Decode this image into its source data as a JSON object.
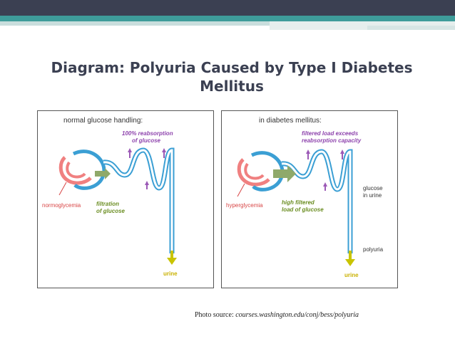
{
  "slide": {
    "title_line1": "Diagram:  Polyuria Caused by Type I Diabetes",
    "title_line2": "Mellitus"
  },
  "left_panel": {
    "heading": "normal glucose handling:",
    "reabsorption_line1": "100% reabsorption",
    "reabsorption_line2": "of glucose",
    "blood_label": "normoglycemia",
    "filtration_line1": "filtration",
    "filtration_line2": "of glucose",
    "output_label": "urine"
  },
  "right_panel": {
    "heading": "in diabetes mellitus:",
    "filtered_line1": "filtered load exceeds",
    "filtered_line2": "reabsorption capacity",
    "blood_label": "hyperglycemia",
    "load_line1": "high filtered",
    "load_line2": "load of glucose",
    "glucose_line1": "glucose",
    "glucose_line2": "in urine",
    "polyuria_label": "polyuria",
    "output_label": "urine"
  },
  "colors": {
    "tubule": "#3b9fd4",
    "capillary": "#f08080",
    "arrow_green": "#8fa96a",
    "arrow_purple": "#9b59b6",
    "urine_arrow": "#c9c400"
  },
  "photo_source": {
    "prefix": "Photo source: ",
    "url": "courses.washington.edu/conj/bess/polyuria"
  }
}
